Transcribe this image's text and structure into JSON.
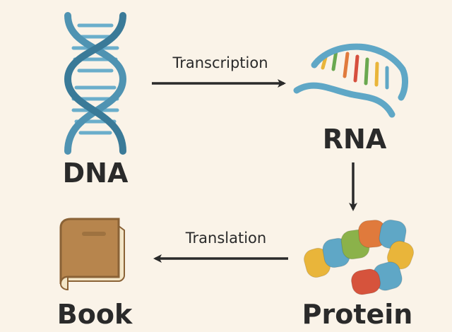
{
  "nodes": {
    "dna": {
      "label": "DNA"
    },
    "rna": {
      "label": "RNA"
    },
    "protein": {
      "label": "Protein"
    },
    "book": {
      "label": "Book"
    }
  },
  "edges": {
    "transcription": {
      "label": "Transcription"
    },
    "translation": {
      "label": "Translation"
    }
  },
  "colors": {
    "background": "#faf3e8",
    "helix": "#4f93b2",
    "helix_dark": "#3a7a98",
    "rungs": "#6aaecb",
    "rna_backbone": "#5fa7c6",
    "rna_bases": [
      "#e9b53a",
      "#6aa84f",
      "#e07a3c",
      "#d64f3e",
      "#5fa7c6"
    ],
    "protein_beads": [
      "#e07a3c",
      "#5fa7c6",
      "#8bb24a",
      "#e9b53a",
      "#d6533c"
    ],
    "book_cover": "#b7854d",
    "book_pages": "#f3e6c8",
    "text": "#2a2a2a",
    "arrow": "#2a2a2a"
  }
}
